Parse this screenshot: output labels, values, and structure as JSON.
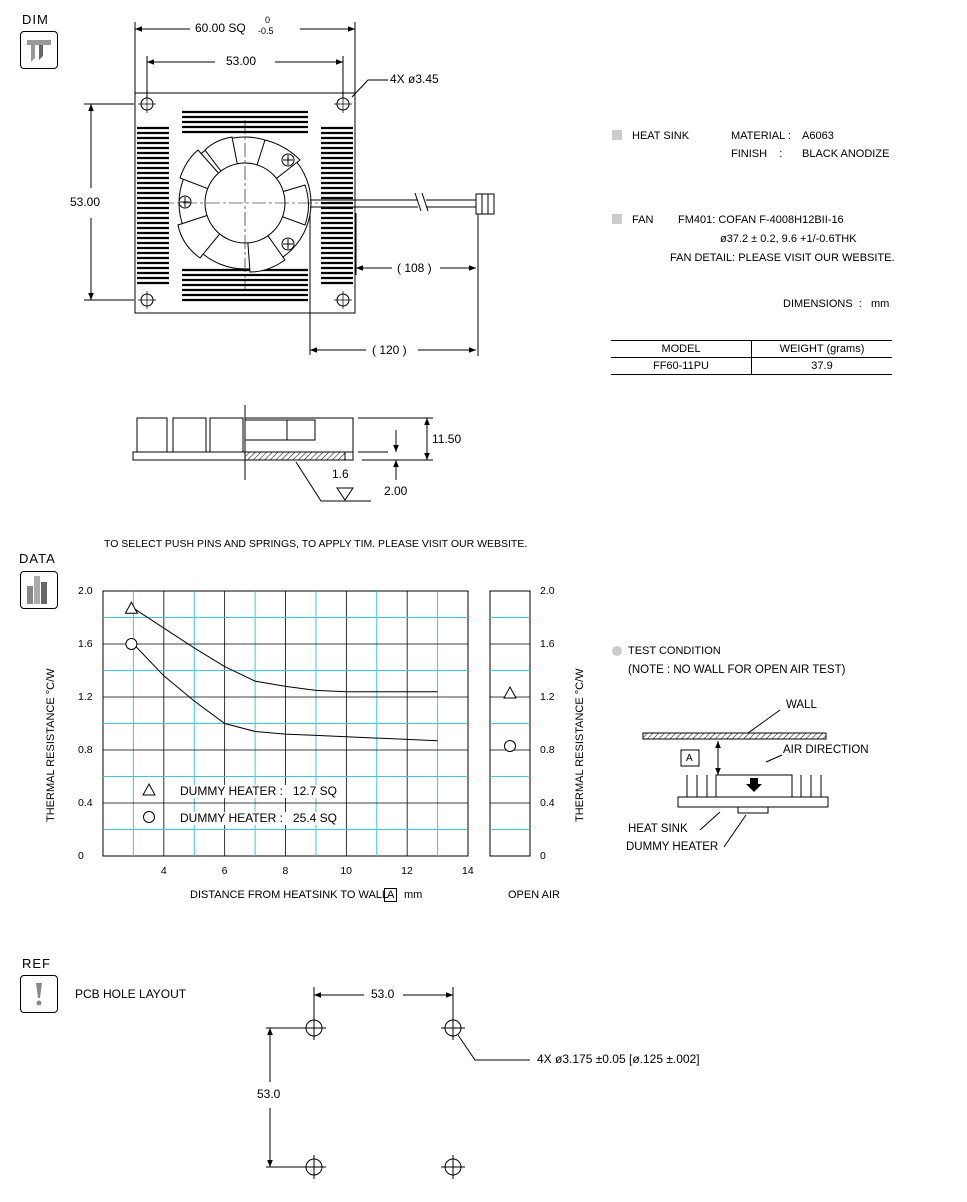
{
  "sections": {
    "dim": "DIM",
    "data": "DATA",
    "ref": "REF"
  },
  "top_view": {
    "dim_overall": "60.00 SQ",
    "tol_upper": "0",
    "tol_lower": "-0.5",
    "dim_holes_x": "53.00",
    "hole_note": "4X ø3.45",
    "dim_holes_y": "53.00",
    "dim_cable_108": "( 108 )",
    "dim_cable_120": "( 120 )"
  },
  "side_view": {
    "dim_height": "11.50",
    "dim_base": "2.00",
    "dim_flat": "1.6"
  },
  "specs": {
    "heat_sink_label": "HEAT SINK",
    "material_label": "MATERIAL :",
    "material_value": "A6063",
    "finish_label": "FINISH    :",
    "finish_value": "BLACK ANODIZE",
    "fan_label": "FAN",
    "fan_model_line": "FM401: COFAN F-4008H12BII-16",
    "fan_size_line": "ø37.2 ± 0.2, 9.6 +1/-0.6THK",
    "fan_detail": "FAN DETAIL: PLEASE VISIT OUR WEBSITE.",
    "dimensions_unit": "DIMENSIONS  :   mm"
  },
  "weight_table": {
    "headers": [
      "MODEL",
      "WEIGHT  (grams)"
    ],
    "rows": [
      [
        "FF60-11PU",
        "37.9"
      ]
    ]
  },
  "tim_note": "TO SELECT PUSH PINS AND SPRINGS, TO APPLY TIM.  PLEASE VISIT OUR WEBSITE.",
  "chart_data": {
    "type": "line",
    "xlabel_prefix": "DISTANCE FROM HEATSINK TO WALL",
    "xlabel_box": "A",
    "xlabel_unit": "mm",
    "ylabel": "THERMAL  RESISTANCE  °C/W",
    "xlim": [
      2,
      14
    ],
    "ylim": [
      0,
      2.0
    ],
    "xticks": [
      "4",
      "6",
      "8",
      "10",
      "12",
      "14"
    ],
    "yticks": [
      "0",
      "0.4",
      "0.8",
      "1.2",
      "1.6",
      "2.0"
    ],
    "open_air_label": "OPEN AIR",
    "series": [
      {
        "name": "DUMMY HEATER :   12.7 SQ",
        "marker": "triangle",
        "x": [
          3,
          4,
          5,
          6,
          7,
          8,
          9,
          10,
          11,
          12,
          13
        ],
        "y": [
          1.87,
          1.72,
          1.57,
          1.43,
          1.32,
          1.28,
          1.25,
          1.24,
          1.24,
          1.24,
          1.24
        ],
        "open_air": 1.23
      },
      {
        "name": "DUMMY HEATER :   25.4 SQ",
        "marker": "circle",
        "x": [
          3,
          4,
          5,
          6,
          7,
          8,
          9,
          10,
          11,
          12,
          13
        ],
        "y": [
          1.6,
          1.36,
          1.17,
          1.0,
          0.94,
          0.92,
          0.91,
          0.9,
          0.89,
          0.88,
          0.87
        ],
        "open_air": 0.83
      }
    ]
  },
  "test_condition": {
    "title": "TEST CONDITION",
    "note": "(NOTE : NO WALL FOR OPEN AIR TEST)",
    "wall": "WALL",
    "air": "AIR DIRECTION",
    "box": "A",
    "heat_sink": "HEAT SINK",
    "dummy_heater": "DUMMY HEATER"
  },
  "pcb": {
    "title": "PCB HOLE LAYOUT",
    "dim_x": "53.0",
    "dim_y": "53.0",
    "hole_note": "4X  ø3.175 ±0.05 [ø.125 ±.002]"
  }
}
